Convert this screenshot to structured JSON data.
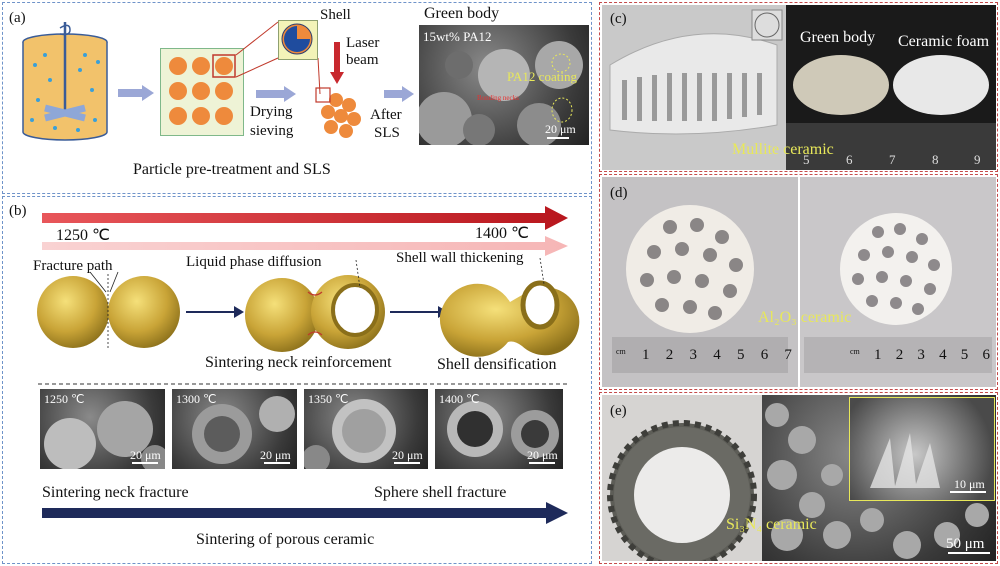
{
  "panel_a": {
    "label": "(a)",
    "shell": "Shell",
    "laser": "Laser",
    "beam": "beam",
    "drying": "Drying",
    "sieving": "sieving",
    "after": "After",
    "sls": "SLS",
    "green_body": "Green body",
    "sem_title": "15wt% PA12",
    "pa12_coating": "PA12 coating",
    "bonding": "Bonding necks",
    "scale": "20 μm",
    "caption": "Particle pre-treatment and SLS"
  },
  "panel_b": {
    "label": "(b)",
    "temp_start": "1250 ℃",
    "temp_end": "1400 ℃",
    "fracture_path": "Fracture path",
    "liquid_phase": "Liquid phase diffusion",
    "shell_wall": "Shell wall thickening",
    "neck_reinf": "Sintering neck reinforcement",
    "shell_dens": "Shell densification",
    "sem": [
      {
        "temp": "1250 ℃",
        "scale": "20 μm"
      },
      {
        "temp": "1300 ℃",
        "scale": "20 μm"
      },
      {
        "temp": "1350 ℃",
        "scale": "20 μm"
      },
      {
        "temp": "1400 ℃",
        "scale": "20 μm"
      }
    ],
    "neck_fracture": "Sintering neck fracture",
    "sphere_fracture": "Sphere shell fracture",
    "caption": "Sintering of porous ceramic"
  },
  "panel_c": {
    "label": "(c)",
    "green_body": "Green body",
    "ceramic_foam": "Ceramic foam",
    "material": "Mullite ceramic",
    "ruler": [
      "5",
      "6",
      "7",
      "8",
      "9"
    ]
  },
  "panel_d": {
    "label": "(d)",
    "material": "Al₂O₃ ceramic",
    "ruler_left": [
      "cm",
      "1",
      "2",
      "3",
      "4",
      "5",
      "6",
      "7"
    ],
    "ruler_right": [
      "cm",
      "1",
      "2",
      "3",
      "4",
      "5",
      "6"
    ]
  },
  "panel_e": {
    "label": "(e)",
    "material": "Si₃N₄ ceramic",
    "scale_inset": "10 μm",
    "scale_main": "50 μm"
  },
  "colors": {
    "blue_border": "#6f93c9",
    "red_border": "#c44a4a",
    "arrow_red": "#c8282e",
    "arrow_navy": "#1e2a5a",
    "sphere": "#c9a437",
    "particle": "#ee8a3c"
  }
}
